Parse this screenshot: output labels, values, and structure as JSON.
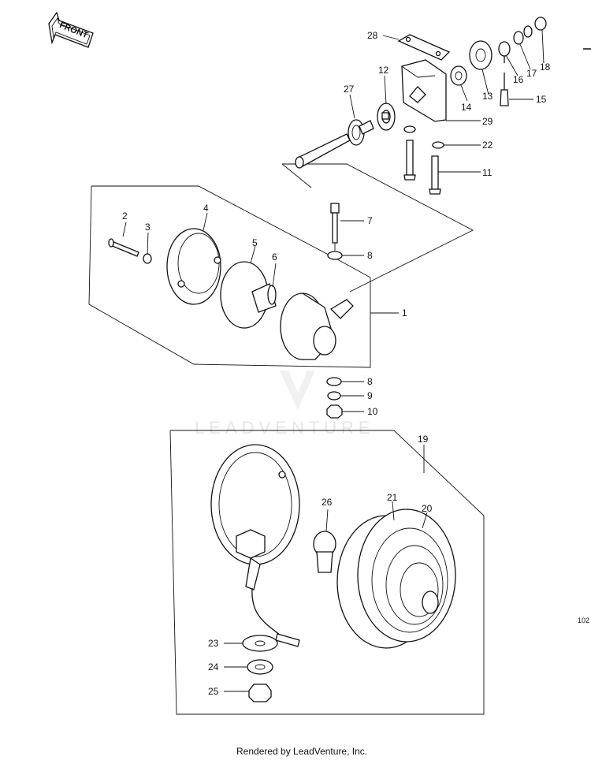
{
  "front_arrow": {
    "label": "FRONT"
  },
  "watermark": {
    "text": "LEADVENTURE"
  },
  "edge_code": "102",
  "footer": "Rendered by LeadVenture, Inc.",
  "callouts": {
    "c1": "1",
    "c2": "2",
    "c3": "3",
    "c4": "4",
    "c5": "5",
    "c6": "6",
    "c7": "7",
    "c8a": "8",
    "c8b": "8",
    "c9": "9",
    "c10": "10",
    "c11": "11",
    "c12": "12",
    "c13": "13",
    "c14": "14",
    "c15": "15",
    "c16": "16",
    "c17": "17",
    "c18": "18",
    "c19": "19",
    "c20": "20",
    "c21": "21",
    "c22": "22",
    "c23": "23",
    "c24": "24",
    "c25": "25",
    "c26": "26",
    "c27": "27",
    "c28": "28",
    "c29": "29"
  }
}
